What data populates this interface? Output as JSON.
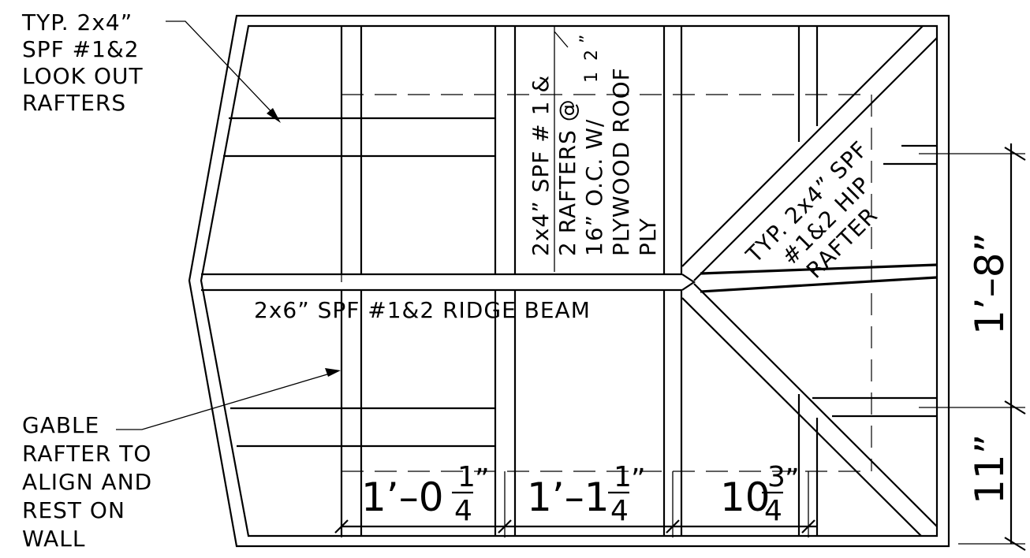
{
  "notes": {
    "lookout": [
      "TYP. 2x4”",
      "SPF #1&2",
      "LOOK OUT",
      "RAFTERS"
    ],
    "gable": [
      "GABLE",
      "RAFTER TO",
      "ALIGN AND",
      "REST ON",
      "WALL"
    ],
    "ridge": "2x6” SPF #1&2  RIDGE BEAM",
    "rafters": [
      "2x4” SPF # 1 &",
      "2 RAFTERS @",
      "16” O.C. W/",
      "PLYWOOD ROOF",
      "PLY"
    ],
    "rafters_fraction": {
      "num": "1",
      "den": "2",
      "unit": "”"
    },
    "hip": [
      "TYP. 2x4” SPF",
      "#1&2 HIP",
      "RAFTER"
    ]
  },
  "dimensions": {
    "d1": {
      "whole": "1’–0",
      "num": "1",
      "den": "4",
      "unit": "”"
    },
    "d2": {
      "whole": "1’–1",
      "num": "1",
      "den": "4",
      "unit": "”"
    },
    "d3": {
      "whole": "10",
      "num": "3",
      "den": "4",
      "unit": "”"
    },
    "v1": "1’–8”",
    "v2": "11”"
  }
}
